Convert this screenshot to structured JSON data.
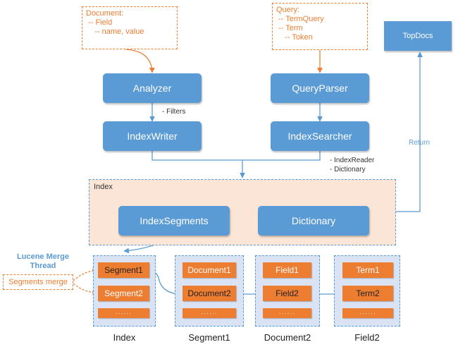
{
  "notes": {
    "document": [
      "Document:",
      " -- Field",
      "    -- name, value"
    ],
    "query": [
      "Query:",
      " -- TermQuery",
      " -- Term",
      "    -- Token"
    ]
  },
  "boxes": {
    "analyzer": "Analyzer",
    "index_writer": "IndexWriter",
    "query_parser": "QueryParser",
    "index_searcher": "IndexSearcher",
    "top_docs": "TopDocs",
    "index_segments": "IndexSegments",
    "dictionary": "Dictionary"
  },
  "labels": {
    "filters": "- Filters",
    "index_reader": "- IndexReader",
    "dictionary_small": "- Dictionary",
    "return": "Return",
    "index_area": "Index"
  },
  "merge": {
    "title_line1": "Lucene Merge",
    "title_line2": "Thread",
    "segments_merge": "Segments merge"
  },
  "groups": [
    {
      "label": "Index",
      "items": [
        "Segment1",
        "Segment2",
        "······"
      ]
    },
    {
      "label": "Segment1",
      "items": [
        "Document1",
        "Document2",
        "······"
      ]
    },
    {
      "label": "Document2",
      "items": [
        "Field1",
        "Field2",
        "······"
      ]
    },
    {
      "label": "Field2",
      "items": [
        "Term1",
        "Term2",
        "······"
      ]
    }
  ],
  "colors": {
    "blue": "#5B9BD5",
    "orange": "#ED7D31",
    "peach": "#FBE5D6",
    "light_blue": "#DAE3F3"
  }
}
